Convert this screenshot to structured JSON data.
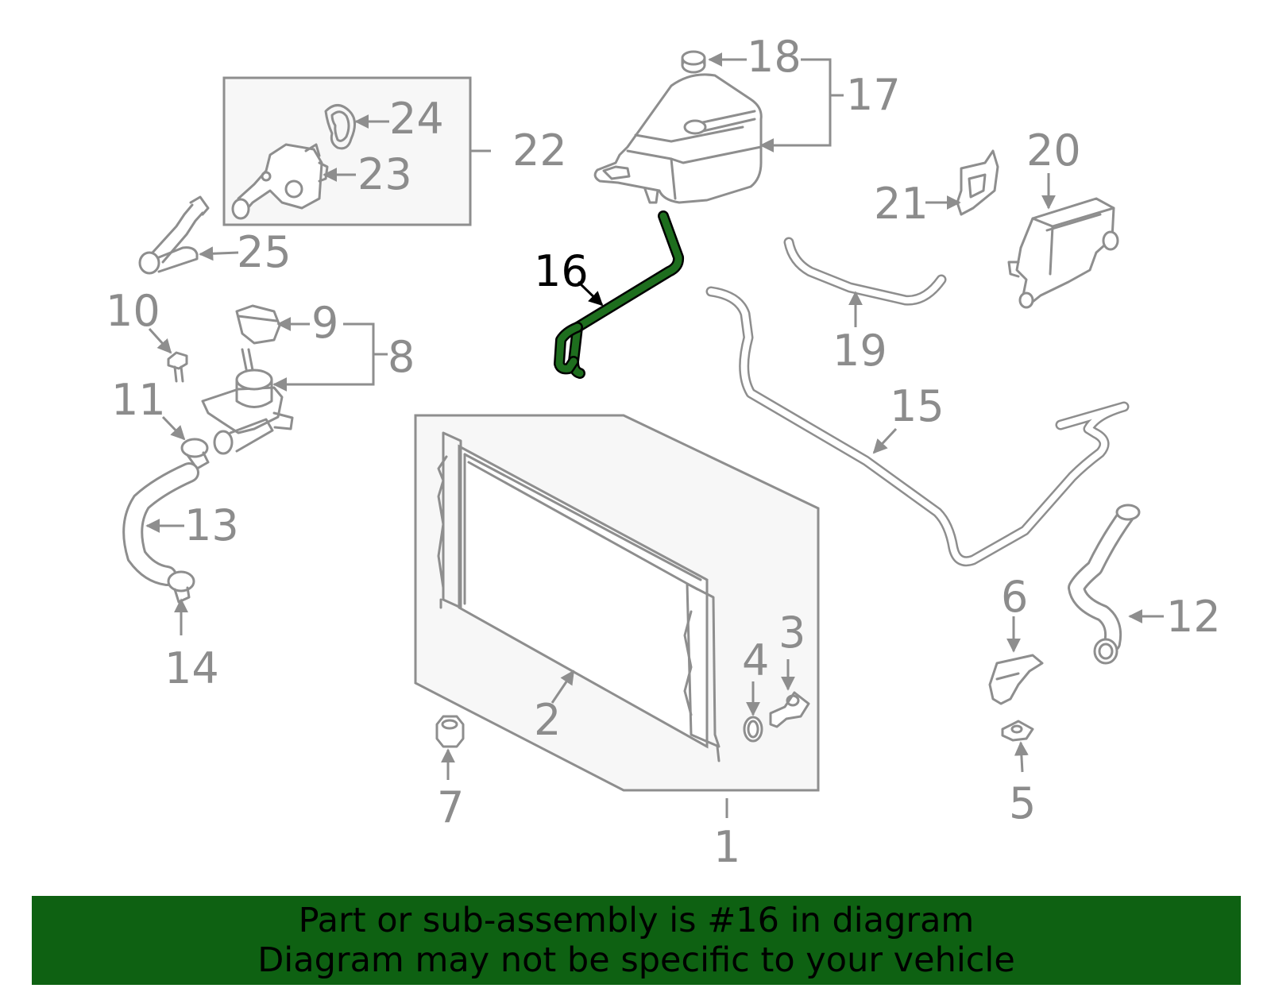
{
  "highlight_color": "#1e6e1e",
  "banner_color": "#0e6112",
  "highlighted_part": "16",
  "callouts": [
    "1",
    "2",
    "3",
    "4",
    "5",
    "6",
    "7",
    "8",
    "9",
    "10",
    "11",
    "12",
    "13",
    "14",
    "15",
    "16",
    "17",
    "18",
    "19",
    "20",
    "21",
    "22",
    "23",
    "24",
    "25"
  ],
  "banner": {
    "line1": "Part or sub-assembly is #16 in diagram",
    "line2": "Diagram may not be specific to your vehicle"
  },
  "icons": [
    "radiator-assembly",
    "coolant-reservoir",
    "water-outlet-housing",
    "thermostat-housing",
    "coolant-hoses",
    "hose-clamps",
    "bracket",
    "nut",
    "bolt"
  ]
}
